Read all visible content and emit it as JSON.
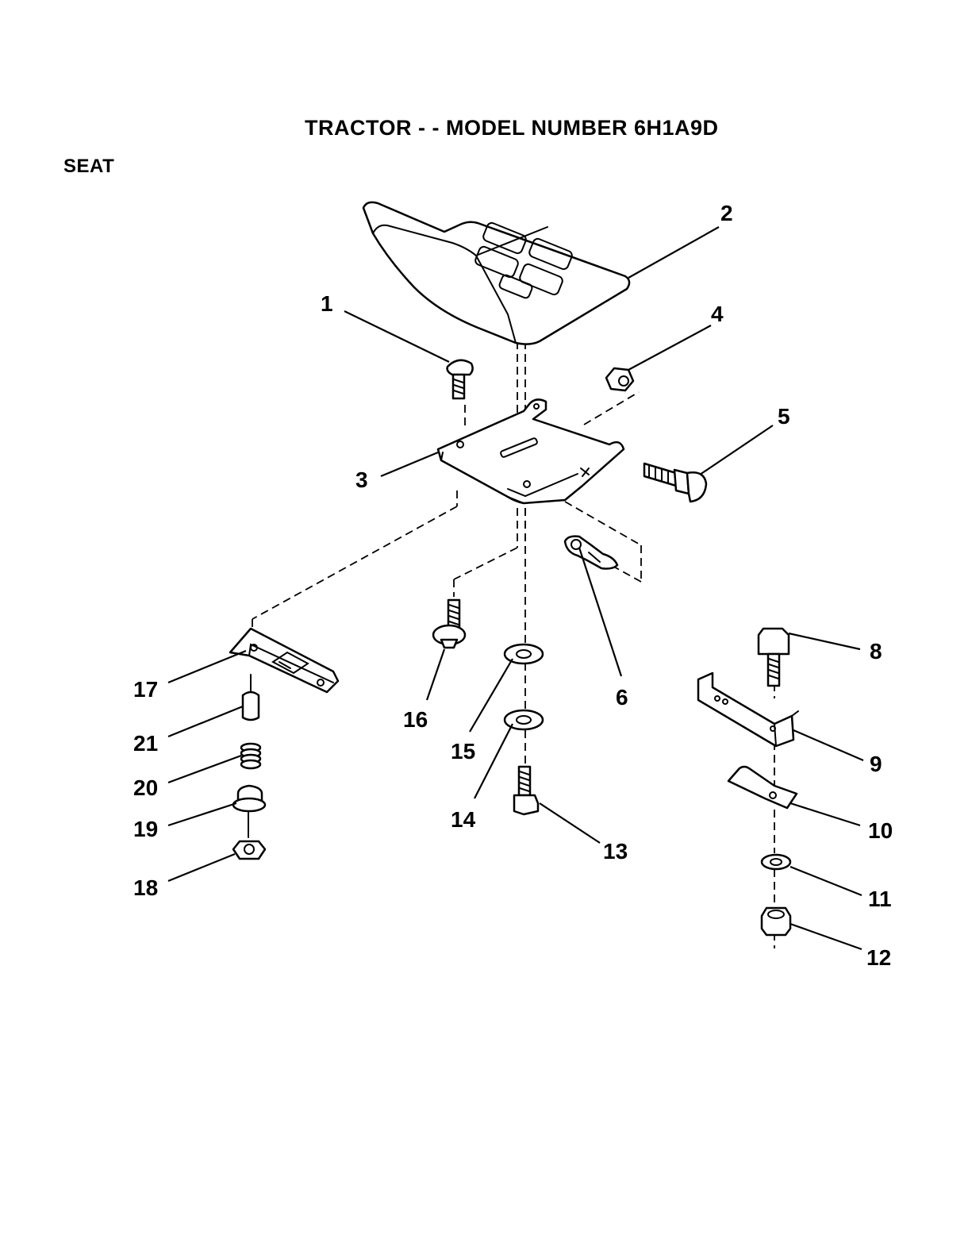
{
  "header": {
    "title": "TRACTOR - - MODEL NUMBER 6H1A9D",
    "section": "SEAT"
  },
  "callouts": [
    "1",
    "2",
    "3",
    "4",
    "5",
    "6",
    "8",
    "9",
    "10",
    "11",
    "12",
    "13",
    "14",
    "15",
    "16",
    "17",
    "18",
    "19",
    "20",
    "21"
  ]
}
